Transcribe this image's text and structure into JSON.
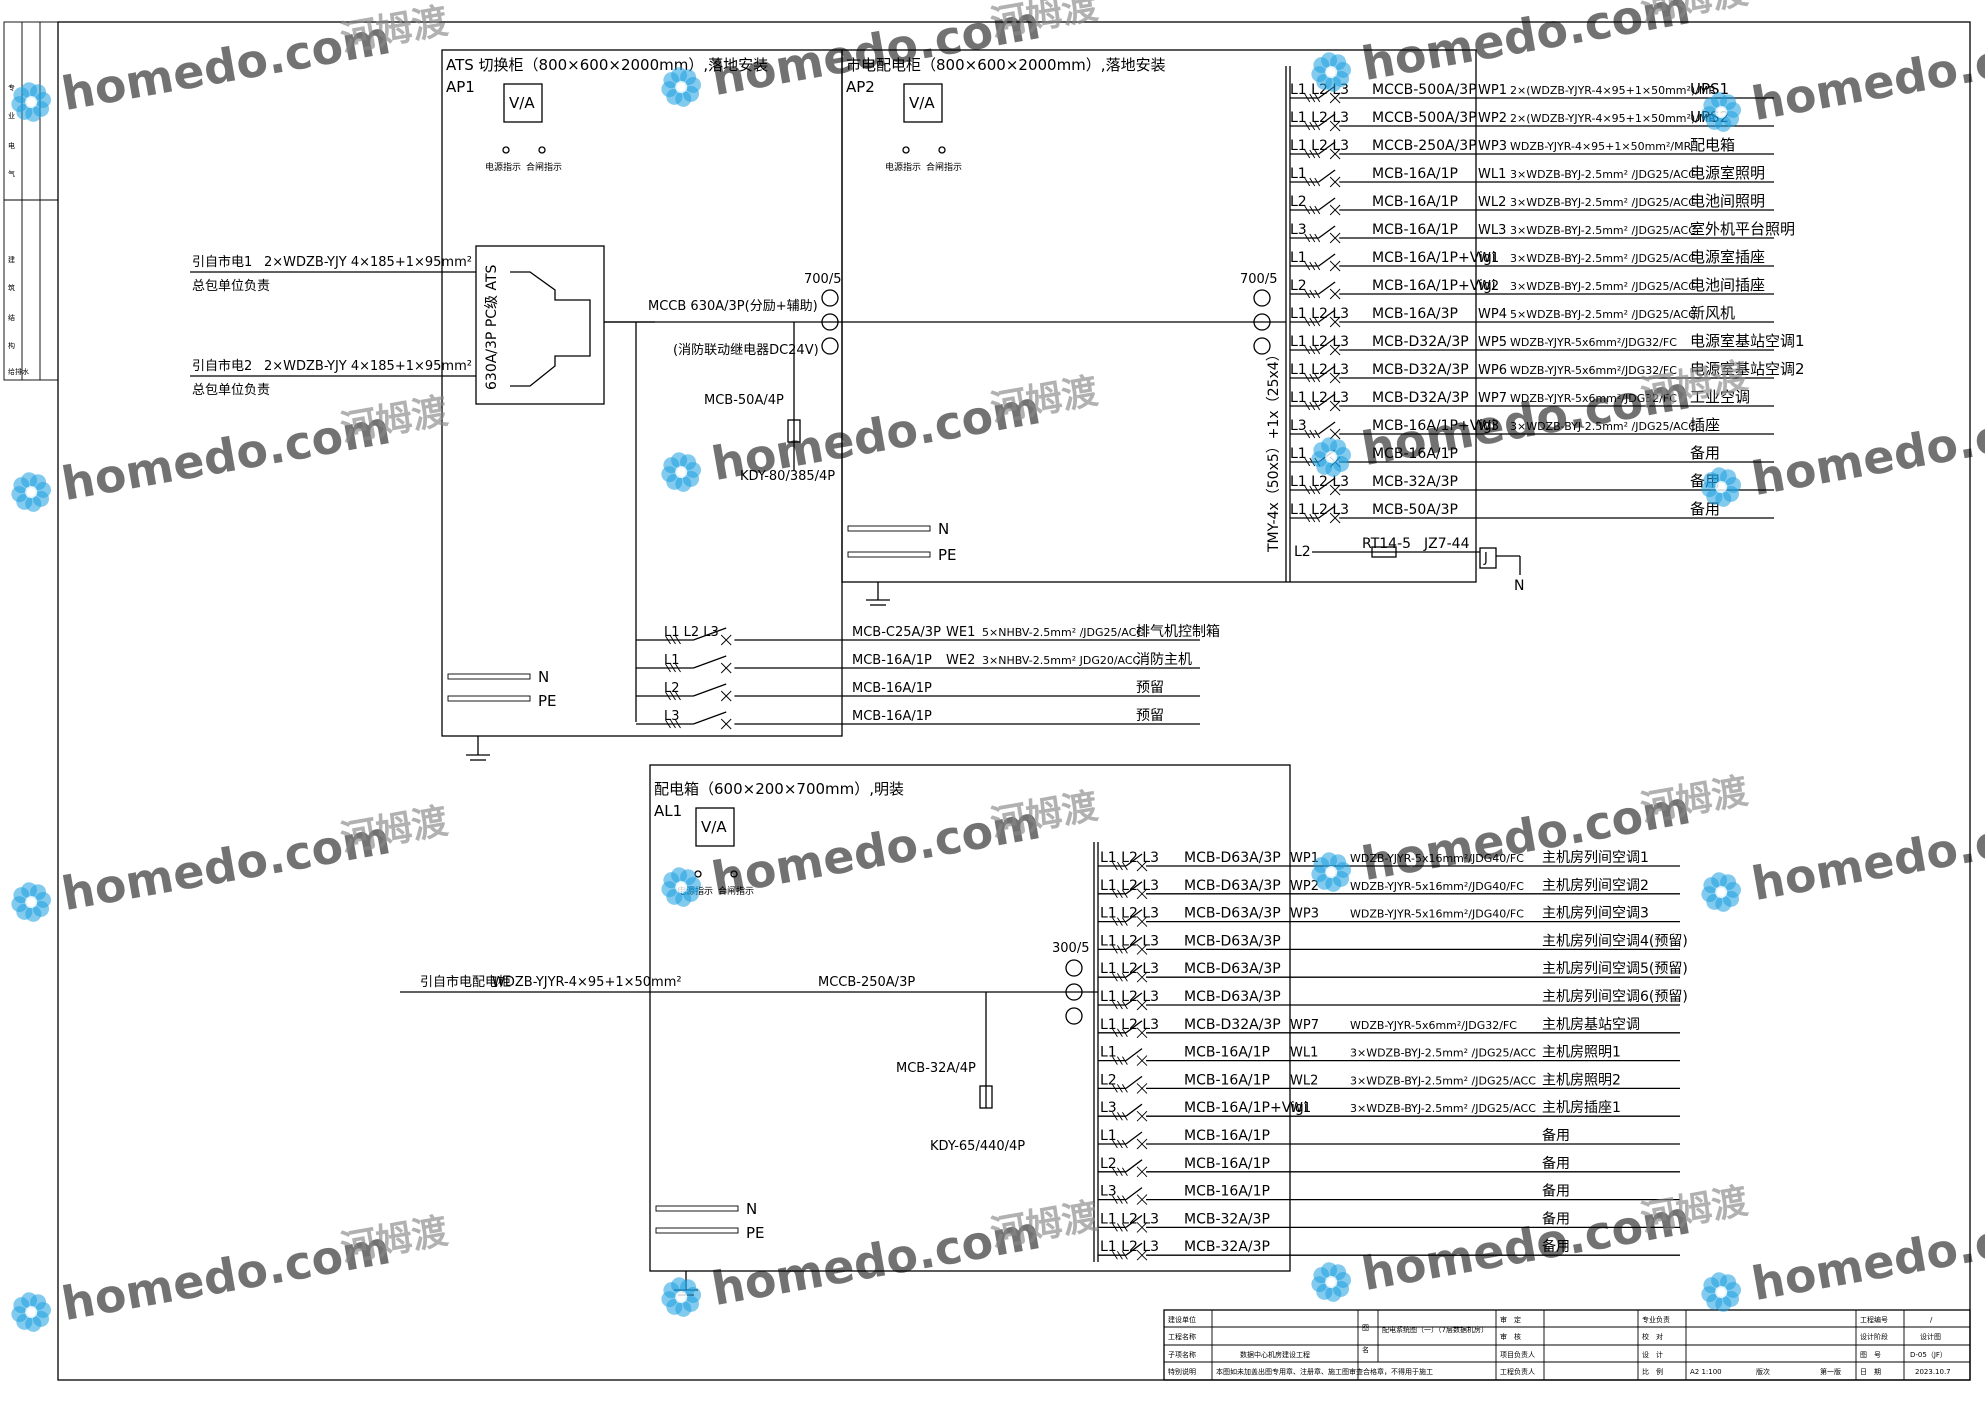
{
  "watermark": {
    "brand": "homedo.com",
    "cn": "河姆渡",
    "green": "#9acd32",
    "blue": "#1ea0e0"
  },
  "ap1": {
    "title": "ATS 切换柜（800×600×2000mm）,落地安装",
    "code": "AP1",
    "meter": "V/A",
    "ind_power": "电源指示",
    "ind_close": "合闸指示",
    "feed1_src": "引自市电1",
    "feed1_resp": "总包单位负责",
    "feed1_cable": "2×WDZB-YJY 4×185+1×95mm²",
    "feed2_src": "引自市电2",
    "feed2_resp": "总包单位负责",
    "feed2_cable": "2×WDZB-YJY 4×185+1×95mm²",
    "ats_label": "630A/3P PC级 ATS",
    "main_breaker": "MCCB 630A/3P(分励+辅助)",
    "fire_relay": "(消防联动继电器DC24V)",
    "ct": "700/5",
    "spd_breaker": "MCB-50A/4P",
    "spd": "KDY-80/385/4P",
    "n": "N",
    "pe": "PE"
  },
  "ap1_circuits": [
    {
      "phase": "L1 L2 L3",
      "breaker": "MCB-C25A/3P",
      "code": "WE1",
      "cable": "5×NHBV-2.5mm² /JDG25/ACC",
      "load": "排气机控制箱"
    },
    {
      "phase": "L1",
      "breaker": "MCB-16A/1P",
      "code": "WE2",
      "cable": "3×NHBV-2.5mm² JDG20/ACC",
      "load": "消防主机"
    },
    {
      "phase": "L2",
      "breaker": "MCB-16A/1P",
      "code": "",
      "cable": "",
      "load": "预留"
    },
    {
      "phase": "L3",
      "breaker": "MCB-16A/1P",
      "code": "",
      "cable": "",
      "load": "预留"
    }
  ],
  "ap2": {
    "title": "市电配电柜（800×600×2000mm）,落地安装",
    "code": "AP2",
    "meter": "V/A",
    "ind_power": "电源指示",
    "ind_close": "合闸指示",
    "ct": "700/5",
    "busbar": "TMY-4x（50x5）+1x（25x4）",
    "n": "N",
    "pe": "PE",
    "control_fuse": "RT14-5",
    "control_relay": "JZ7-44",
    "relay_box": "J",
    "relay_n": "N",
    "control_phase": "L2"
  },
  "ap2_circuits": [
    {
      "phase": "L1 L2 L3",
      "breaker": "MCCB-500A/3P",
      "code": "WP1",
      "cable": "2×(WDZB-YJYR-4×95+1×50mm²)/MR",
      "load": "UPS1"
    },
    {
      "phase": "L1 L2 L3",
      "breaker": "MCCB-500A/3P",
      "code": "WP2",
      "cable": "2×(WDZB-YJYR-4×95+1×50mm²)/MR",
      "load": "UPS2"
    },
    {
      "phase": "L1 L2 L3",
      "breaker": "MCCB-250A/3P",
      "code": "WP3",
      "cable": "WDZB-YJYR-4×95+1×50mm²/MR",
      "load": "配电箱"
    },
    {
      "phase": "L1",
      "breaker": "MCB-16A/1P",
      "code": "WL1",
      "cable": "3×WDZB-BYJ-2.5mm² /JDG25/ACC",
      "load": "电源室照明"
    },
    {
      "phase": "L2",
      "breaker": "MCB-16A/1P",
      "code": "WL2",
      "cable": "3×WDZB-BYJ-2.5mm² /JDG25/ACC",
      "load": "电池间照明"
    },
    {
      "phase": "L3",
      "breaker": "MCB-16A/1P",
      "code": "WL3",
      "cable": "3×WDZB-BYJ-2.5mm² /JDG25/ACC",
      "load": "室外机平台照明"
    },
    {
      "phase": "L1",
      "breaker": "MCB-16A/1P+Vigi",
      "code": "W1",
      "cable": "3×WDZB-BYJ-2.5mm² /JDG25/ACC",
      "load": "电源室插座"
    },
    {
      "phase": "L2",
      "breaker": "MCB-16A/1P+Vigi",
      "code": "W2",
      "cable": "3×WDZB-BYJ-2.5mm² /JDG25/ACC",
      "load": "电池间插座"
    },
    {
      "phase": "L1 L2 L3",
      "breaker": "MCB-16A/3P",
      "code": "WP4",
      "cable": "5×WDZB-BYJ-2.5mm² /JDG25/ACC",
      "load": "新风机"
    },
    {
      "phase": "L1 L2 L3",
      "breaker": "MCB-D32A/3P",
      "code": "WP5",
      "cable": "WDZB-YJYR-5x6mm²/JDG32/FC",
      "load": "电源室基站空调1"
    },
    {
      "phase": "L1 L2 L3",
      "breaker": "MCB-D32A/3P",
      "code": "WP6",
      "cable": "WDZB-YJYR-5x6mm²/JDG32/FC",
      "load": "电源室基站空调2"
    },
    {
      "phase": "L1 L2 L3",
      "breaker": "MCB-D32A/3P",
      "code": "WP7",
      "cable": "WDZB-YJYR-5x6mm²/JDG32/FC",
      "load": "工业空调"
    },
    {
      "phase": "L3",
      "breaker": "MCB-16A/1P+Vigi",
      "code": "W3",
      "cable": "3×WDZB-BYJ-2.5mm² /JDG25/ACC",
      "load": "插座"
    },
    {
      "phase": "L1",
      "breaker": "MCB-16A/1P",
      "code": "",
      "cable": "",
      "load": "备用"
    },
    {
      "phase": "L1 L2 L3",
      "breaker": "MCB-32A/3P",
      "code": "",
      "cable": "",
      "load": "备用"
    },
    {
      "phase": "L1 L2 L3",
      "breaker": "MCB-50A/3P",
      "code": "",
      "cable": "",
      "load": "备用"
    }
  ],
  "al1": {
    "title": "配电箱（600×200×700mm）,明装",
    "code": "AL1",
    "meter": "V/A",
    "ind_power": "电源指示",
    "ind_close": "合闸指示",
    "feed_src": "引自市电配电柜",
    "feed_cable": "WDZB-YJYR-4×95+1×50mm²",
    "main_breaker": "MCCB-250A/3P",
    "ct": "300/5",
    "spd_breaker": "MCB-32A/4P",
    "spd": "KDY-65/440/4P",
    "n": "N",
    "pe": "PE"
  },
  "al1_circuits": [
    {
      "phase": "L1 L2 L3",
      "breaker": "MCB-D63A/3P",
      "code": "WP1",
      "cable": "WDZB-YJYR-5x16mm²/JDG40/FC",
      "load": "主机房列间空调1"
    },
    {
      "phase": "L1 L2 L3",
      "breaker": "MCB-D63A/3P",
      "code": "WP2",
      "cable": "WDZB-YJYR-5x16mm²/JDG40/FC",
      "load": "主机房列间空调2"
    },
    {
      "phase": "L1 L2 L3",
      "breaker": "MCB-D63A/3P",
      "code": "WP3",
      "cable": "WDZB-YJYR-5x16mm²/JDG40/FC",
      "load": "主机房列间空调3"
    },
    {
      "phase": "L1 L2 L3",
      "breaker": "MCB-D63A/3P",
      "code": "",
      "cable": "",
      "load": "主机房列间空调4(预留)"
    },
    {
      "phase": "L1 L2 L3",
      "breaker": "MCB-D63A/3P",
      "code": "",
      "cable": "",
      "load": "主机房列间空调5(预留)"
    },
    {
      "phase": "L1 L2 L3",
      "breaker": "MCB-D63A/3P",
      "code": "",
      "cable": "",
      "load": "主机房列间空调6(预留)"
    },
    {
      "phase": "L1 L2 L3",
      "breaker": "MCB-D32A/3P",
      "code": "WP7",
      "cable": "WDZB-YJYR-5x6mm²/JDG32/FC",
      "load": "主机房基站空调"
    },
    {
      "phase": "L1",
      "breaker": "MCB-16A/1P",
      "code": "WL1",
      "cable": "3×WDZB-BYJ-2.5mm² /JDG25/ACC",
      "load": "主机房照明1"
    },
    {
      "phase": "L2",
      "breaker": "MCB-16A/1P",
      "code": "WL2",
      "cable": "3×WDZB-BYJ-2.5mm² /JDG25/ACC",
      "load": "主机房照明2"
    },
    {
      "phase": "L3",
      "breaker": "MCB-16A/1P+Vigi",
      "code": "W1",
      "cable": "3×WDZB-BYJ-2.5mm² /JDG25/ACC",
      "load": "主机房插座1"
    },
    {
      "phase": "L1",
      "breaker": "MCB-16A/1P",
      "code": "",
      "cable": "",
      "load": "备用"
    },
    {
      "phase": "L2",
      "breaker": "MCB-16A/1P",
      "code": "",
      "cable": "",
      "load": "备用"
    },
    {
      "phase": "L3",
      "breaker": "MCB-16A/1P",
      "code": "",
      "cable": "",
      "load": "备用"
    },
    {
      "phase": "L1 L2 L3",
      "breaker": "MCB-32A/3P",
      "code": "",
      "cable": "",
      "load": "备用"
    },
    {
      "phase": "L1 L2 L3",
      "breaker": "MCB-32A/3P",
      "code": "",
      "cable": "",
      "load": "备用"
    }
  ],
  "left_strip": [
    "专",
    "业",
    "电",
    "气",
    "建",
    "筑",
    "结",
    "构",
    "给排水"
  ],
  "title_block": {
    "build_unit": "建设单位",
    "project_name": "工程名称",
    "sub_name": "子项名称",
    "sub_value": "数据中心机房建设工程",
    "notes_label": "特别说明",
    "notes": "本图如未加盖出图专用章、注册章、施工图审查合格章，不得用于施工",
    "drawing_label_1": "图",
    "drawing_label_2": "名",
    "drawing_name": "配电系统图（一）（7层数据机房）",
    "review": "审　定",
    "check": "审　核",
    "project_lead": "项目负责人",
    "eng_lead": "工程负责人",
    "major_lead": "专业负责",
    "proofread": "校　对",
    "design": "设　计",
    "scale_label": "比　例",
    "scale": "A2 1:100",
    "version_label": "版次",
    "version": "第一版",
    "project_no": "工程编号",
    "project_no_value": "/",
    "design_phase": "设计阶段",
    "design_phase_value": "设计图",
    "drawing_no": "图　号",
    "drawing_no_value": "D-05（JF）",
    "date_label": "日　期",
    "date": "2023.10.7"
  }
}
